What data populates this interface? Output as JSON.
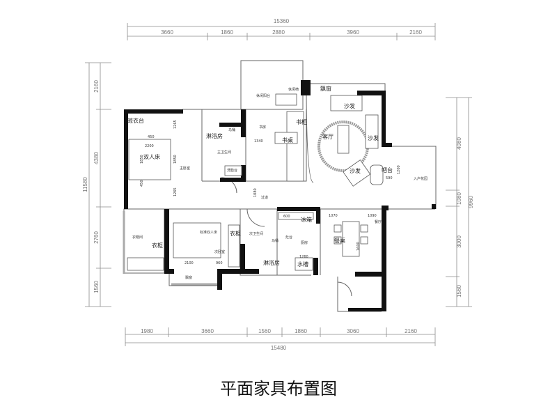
{
  "title": "平面家具布置图",
  "dimensions": {
    "top_total": "15360",
    "top": [
      "3660",
      "1860",
      "2880",
      "3960",
      "2160"
    ],
    "bottom_total": "15480",
    "bottom": [
      "1980",
      "3660",
      "1560",
      "1860",
      "3060",
      "2160"
    ],
    "left_total": "11580",
    "left": [
      "2160",
      "4380",
      "2760",
      "1560"
    ],
    "right_total": "9960",
    "right": [
      "4080",
      "1080",
      "3000",
      "1560"
    ]
  },
  "rooms": {
    "drying_rack": "晾衣台",
    "double_bed": "双人床",
    "master_bedroom": "主卧室",
    "master_shower": "淋浴房",
    "master_toilet": "马桶",
    "master_bathroom": "主卫生间",
    "master_basin": "洗脸台",
    "leisure_balcony": "休闲阳台",
    "leisure_chair": "休闲椅",
    "bay_window_1": "飘窗",
    "study": "书房",
    "bookcase": "书柜",
    "desk": "书桌",
    "sofa_1": "沙发",
    "living_room": "客厅",
    "sofa_2": "沙发",
    "sofa_3": "沙发",
    "bar": "吧台",
    "entry_garden": "入户花园",
    "corridor": "过道",
    "cloakroom": "衣帽间",
    "wardrobe_1": "衣柜",
    "standard_double_bed": "标准双人床",
    "wardrobe_2": "衣柜",
    "second_bedroom": "次卧室",
    "bay_window_2": "飘窗",
    "second_bathroom": "次卫生间",
    "second_toilet": "马桶",
    "fridge": "冰箱",
    "stove": "灶台",
    "kitchen": "厨房",
    "second_shower": "淋浴房",
    "sink": "水槽",
    "dining_table": "餐桌",
    "dining_room": "餐厅"
  },
  "inner_dims": [
    "450",
    "2200",
    "1850",
    "1850",
    "450",
    "1265",
    "1265",
    "1340",
    "1080",
    "600",
    "1260",
    "1070",
    "1090",
    "2100",
    "960",
    "1600",
    "1200",
    "590"
  ]
}
